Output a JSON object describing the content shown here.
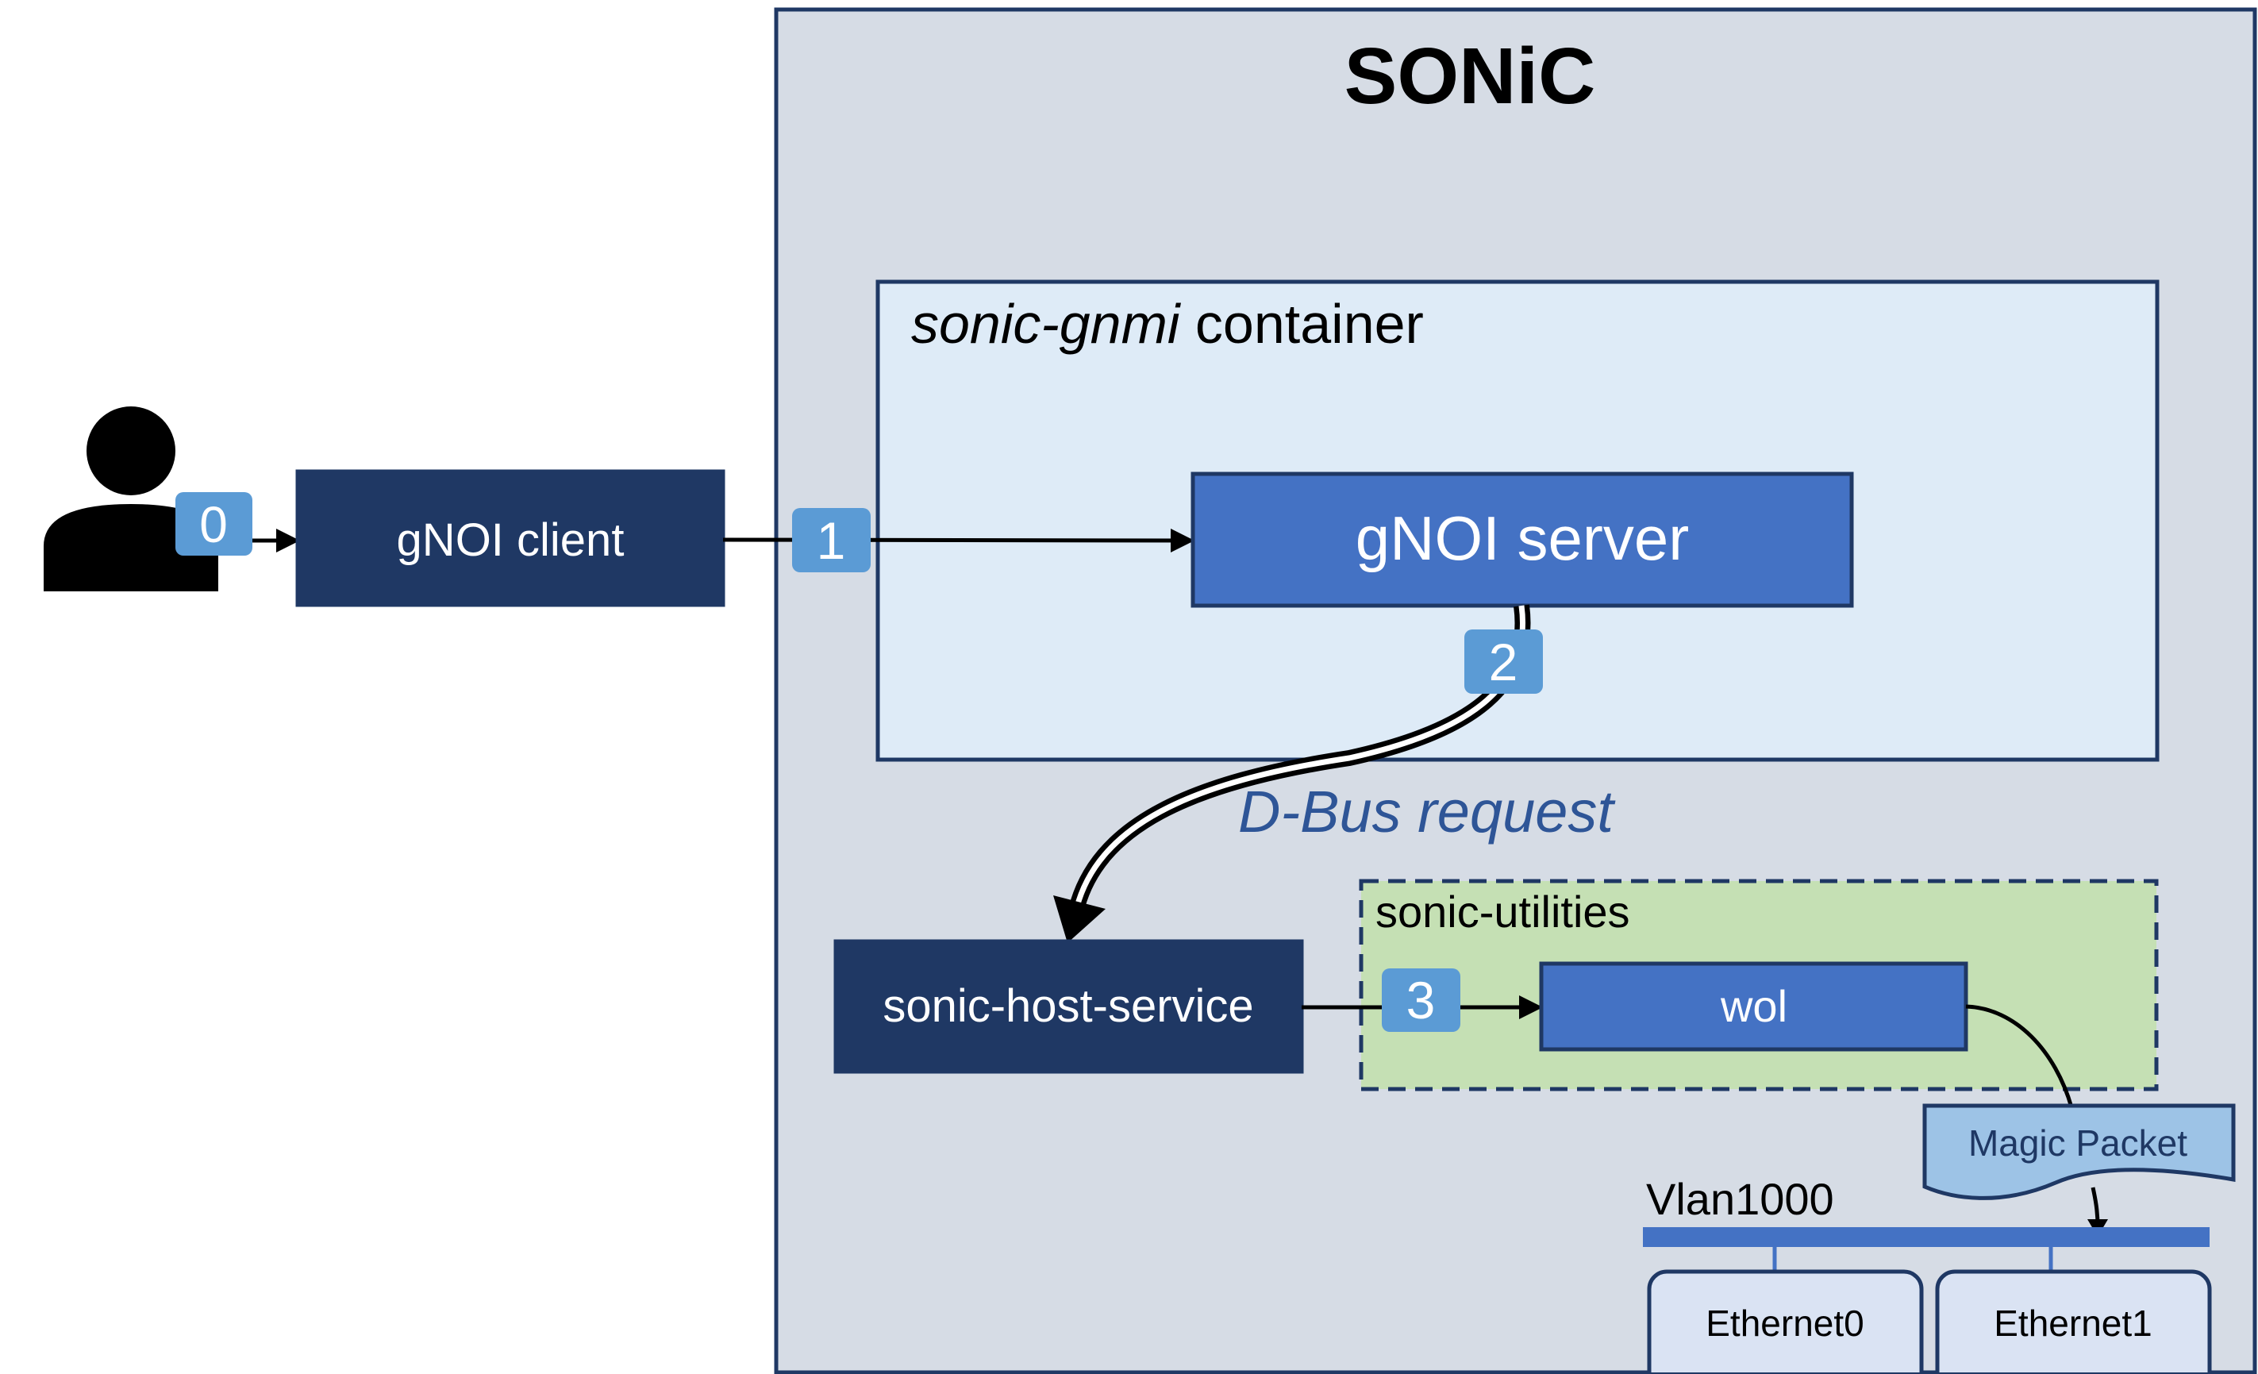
{
  "sonic": {
    "title": "SONiC"
  },
  "gnmi_container": {
    "title_italic": "sonic-gnmi",
    "title_rest": " container"
  },
  "nodes": {
    "gnoi_client": "gNOI client",
    "gnoi_server": "gNOI server",
    "host_service": "sonic-host-service",
    "utilities": "sonic-utilities",
    "wol": "wol",
    "magic_packet": "Magic Packet",
    "vlan": "Vlan1000",
    "eth0": "Ethernet0",
    "eth1": "Ethernet1"
  },
  "steps": [
    "0",
    "1",
    "2",
    "3"
  ],
  "dbus_label": "D-Bus request",
  "colors": {
    "dark_navy": "#1f3864",
    "blue": "#4472c4",
    "badge": "#5b9bd5",
    "sonic_bg": "#d6dce5",
    "container_bg": "#deebf7",
    "utilities_bg": "#c5e0b4",
    "packet_bg": "#9dc3e6",
    "eth_bg": "#dae3f3"
  },
  "icons": {
    "user": "person-icon"
  }
}
